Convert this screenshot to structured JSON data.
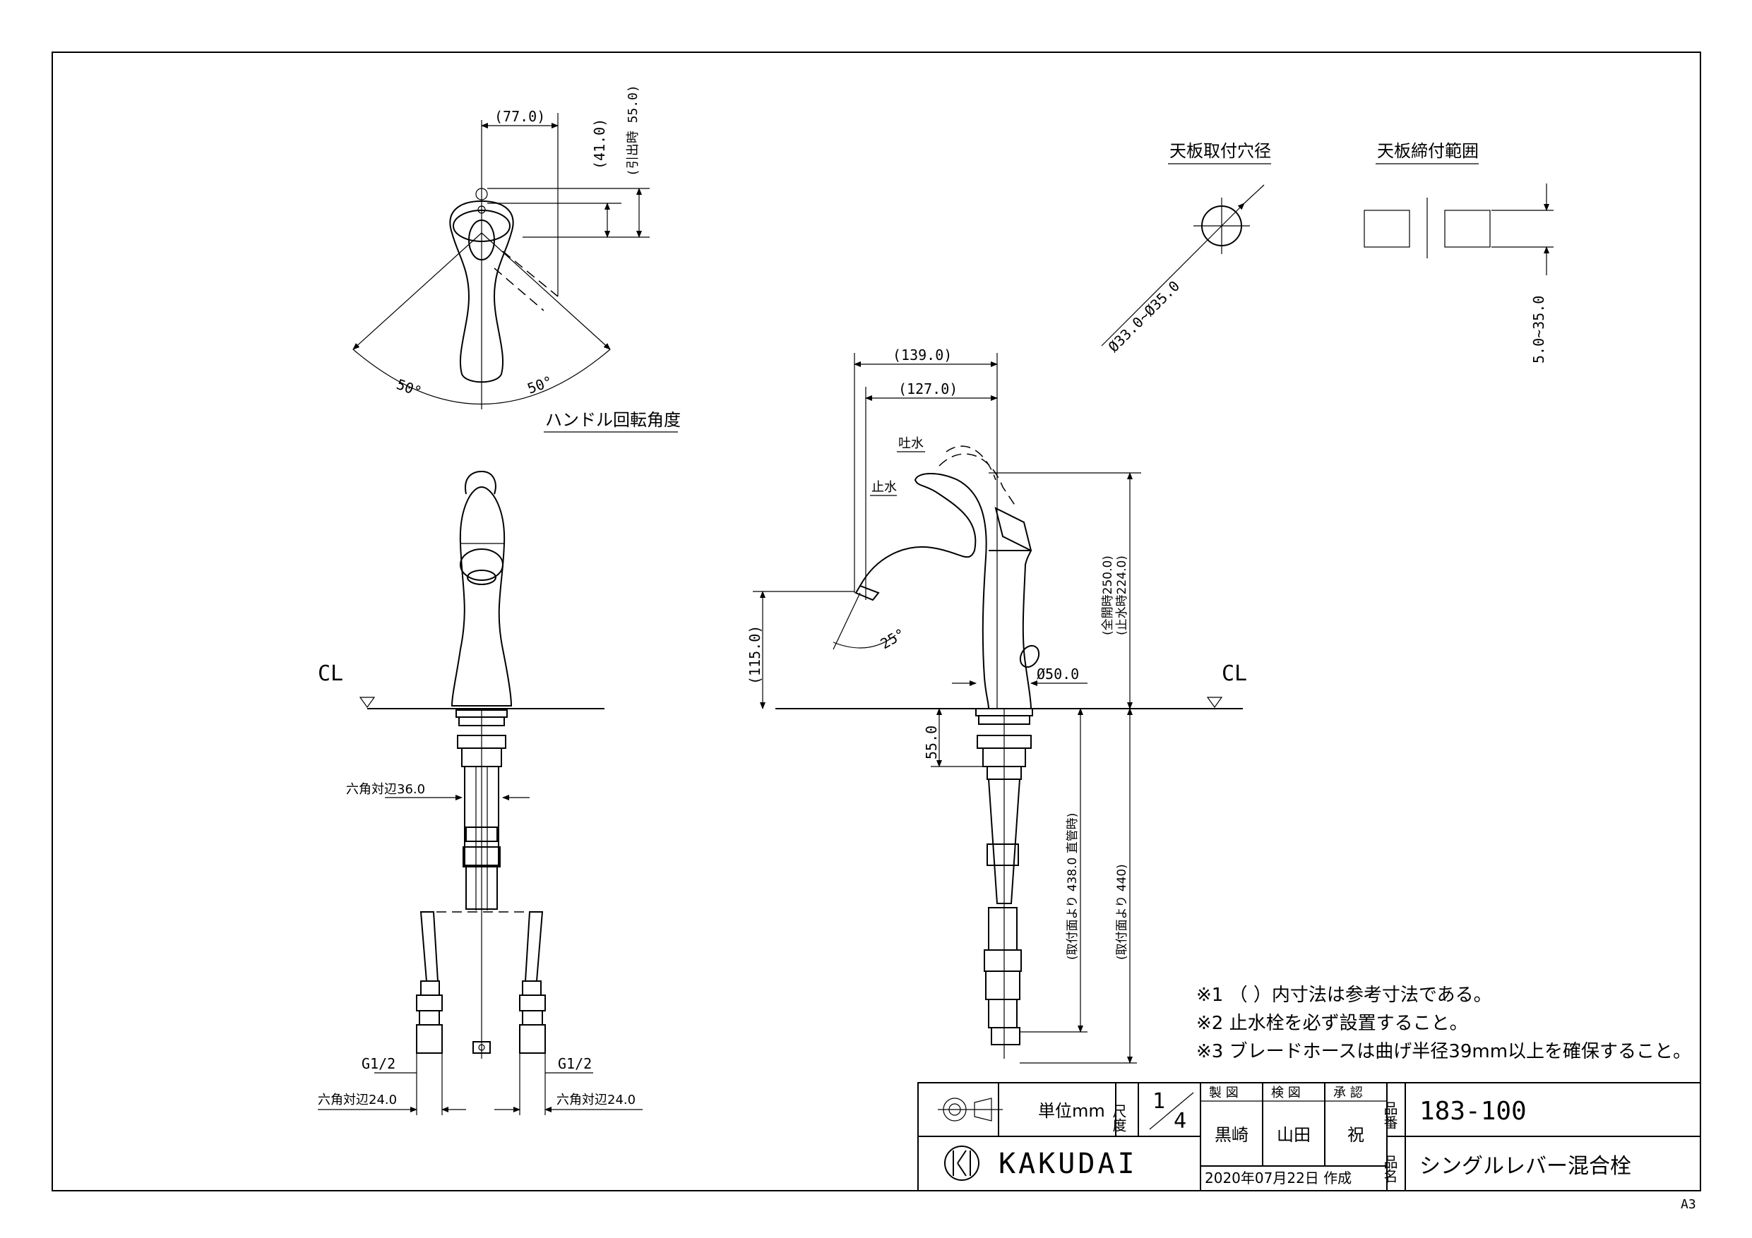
{
  "handle_view": {
    "dim_width": "(77.0)",
    "dim_height": "(41.0)",
    "dim_pull": "(引出時 55.0)",
    "angle_left": "50°",
    "angle_right": "50°",
    "title": "ハンドル回転角度"
  },
  "hole_view": {
    "title": "天板取付穴径",
    "dim": "Ø33.0~Ø35.0"
  },
  "range_view": {
    "title": "天板締付範囲",
    "dim": "5.0~35.0"
  },
  "front_view": {
    "cl_label": "CL",
    "hex_top": "六角対辺36.0",
    "thread_left": "G1/2",
    "thread_right": "G1/2",
    "hex_left": "六角対辺24.0",
    "hex_right": "六角対辺24.0"
  },
  "side_view": {
    "dim_reach_full": "(139.0)",
    "dim_reach": "(127.0)",
    "label_discharge": "吐水",
    "label_stop": "止水",
    "dim_spout_height": "(115.0)",
    "angle_spout": "25°",
    "dim_base": "Ø50.0",
    "cl_label": "CL",
    "dim_height_open": "(全開時250.0)",
    "dim_height_stop": "(止水時224.0)",
    "dim_shank": "55.0",
    "dim_hose_438": "(取付面より 438.0 直管時)",
    "dim_hose_440": "(取付面より 440)"
  },
  "notes": [
    "※1 （ ）内寸法は参考寸法である。",
    "※2 止水栓を必ず設置すること。",
    "※3 ブレードホースは曲げ半径39mm以上を確保すること。"
  ],
  "title_block": {
    "unit_label": "単位mm",
    "scale_label": "尺度",
    "scale_num": "1",
    "scale_den": "4",
    "made_label": "製 図",
    "check_label": "検 図",
    "approve_label": "承 認",
    "made_name": "黒崎",
    "check_name": "山田",
    "approve_name": "祝",
    "date": "2020年07月22日 作成",
    "part_no_label": "品番",
    "part_no": "183-100",
    "part_name_label": "品名",
    "part_name": "シングルレバー混合栓",
    "brand": "KAKUDAI"
  },
  "sheet_size": "A3"
}
